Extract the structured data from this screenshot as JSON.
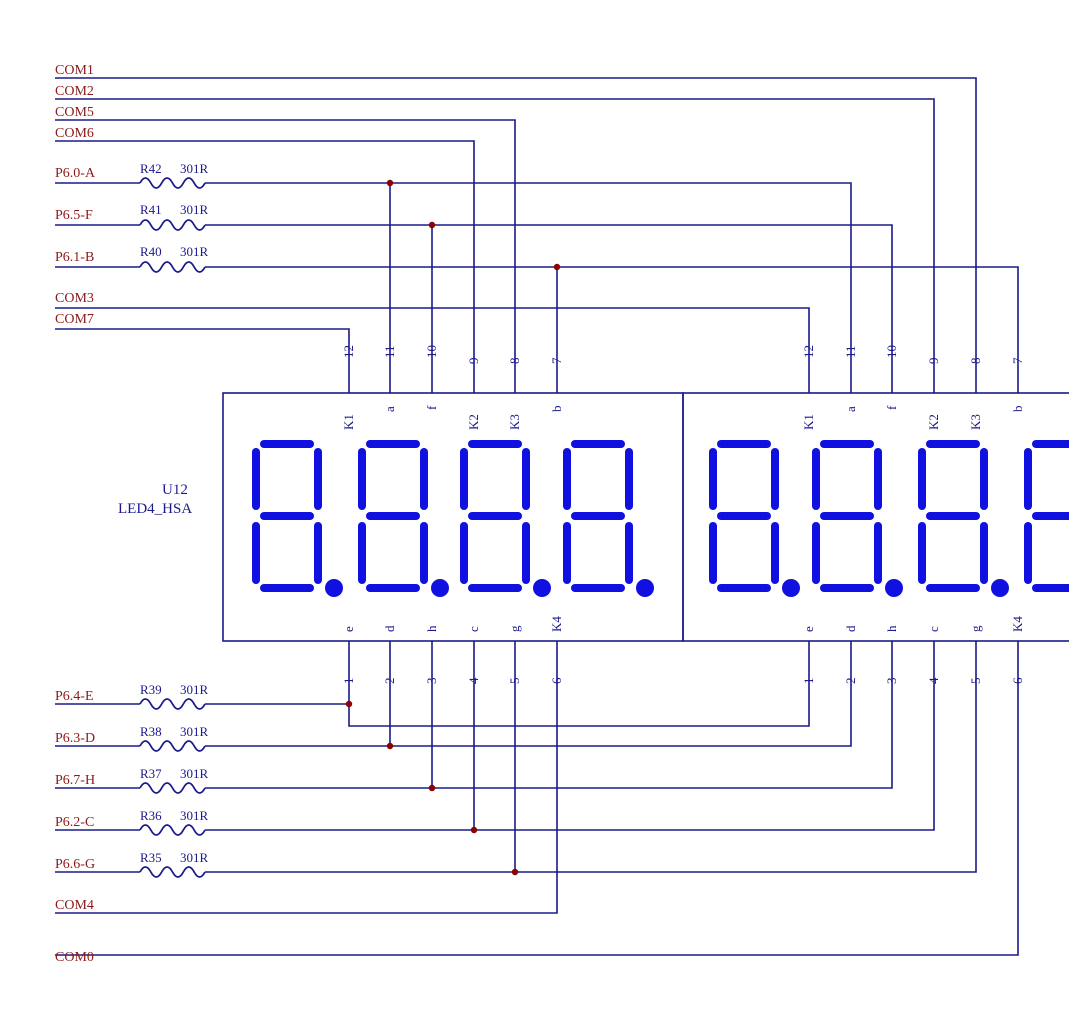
{
  "component": {
    "ref": "U12",
    "value": "LED4_HSA"
  },
  "top_nets": [
    {
      "label": "COM1"
    },
    {
      "label": "COM2"
    },
    {
      "label": "COM5"
    },
    {
      "label": "COM6"
    },
    {
      "label": "P6.0-A",
      "res": "R42",
      "res_value": "301R"
    },
    {
      "label": "P6.5-F",
      "res": "R41",
      "res_value": "301R"
    },
    {
      "label": "P6.1-B",
      "res": "R40",
      "res_value": "301R"
    },
    {
      "label": "COM3"
    },
    {
      "label": "COM7"
    }
  ],
  "bottom_nets": [
    {
      "label": "P6.4-E",
      "res": "R39",
      "res_value": "301R"
    },
    {
      "label": "P6.3-D",
      "res": "R38",
      "res_value": "301R"
    },
    {
      "label": "P6.7-H",
      "res": "R37",
      "res_value": "301R"
    },
    {
      "label": "P6.2-C",
      "res": "R36",
      "res_value": "301R"
    },
    {
      "label": "P6.6-G",
      "res": "R35",
      "res_value": "301R"
    },
    {
      "label": "COM4"
    },
    {
      "label": "COM0"
    }
  ],
  "top_pin_numbers": [
    "12",
    "11",
    "10",
    "9",
    "8",
    "7"
  ],
  "top_pin_names": [
    "K1",
    "a",
    "f",
    "K2",
    "K3",
    "b"
  ],
  "bottom_pin_numbers": [
    "1",
    "2",
    "3",
    "4",
    "5",
    "6"
  ],
  "bottom_pin_names": [
    "e",
    "d",
    "h",
    "c",
    "g",
    "K4"
  ],
  "colors": {
    "wire": "#1a1a8c",
    "segment": "#1010e0",
    "net_label": "#8b1a1a",
    "junction": "#8b0000"
  }
}
